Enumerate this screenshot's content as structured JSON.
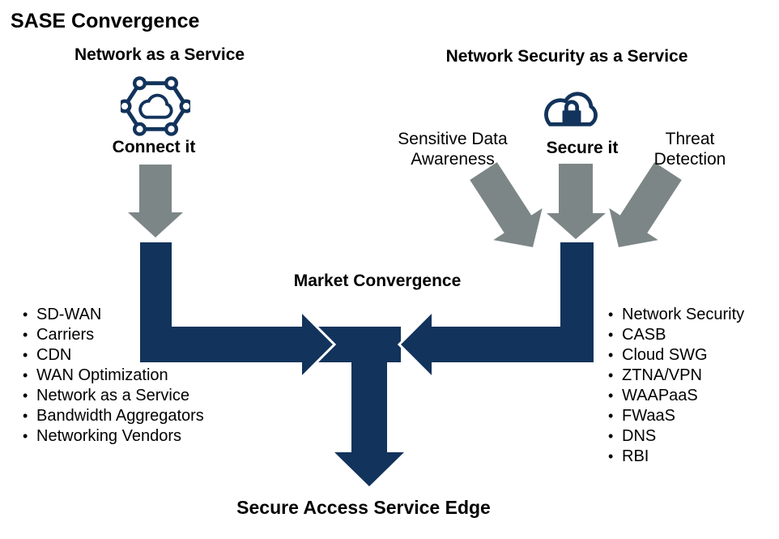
{
  "colors": {
    "navy": "#12335B",
    "gray": "#7D8687"
  },
  "title": "SASE Convergence",
  "left_column": {
    "heading": "Network as a Service",
    "icon": "connected-cloud-network",
    "caption": "Connect it",
    "items": [
      "SD-WAN",
      "Carriers",
      "CDN",
      "WAN Optimization",
      "Network as a Service",
      "Bandwidth Aggregators",
      "Networking Vendors"
    ]
  },
  "right_column": {
    "heading": "Network Security as a Service",
    "icon": "cloud-with-lock",
    "caption": "Secure it",
    "annotations": {
      "sensitive_line1": "Sensitive Data",
      "sensitive_line2": "Awareness",
      "threat_line1": "Threat",
      "threat_line2": "Detection"
    },
    "items": [
      "Network Security",
      "CASB",
      "Cloud SWG",
      "ZTNA/VPN",
      "WAAPaaS",
      "FWaaS",
      "DNS",
      "RBI"
    ]
  },
  "center": {
    "market_label": "Market Convergence",
    "result_label": "Secure Access Service Edge"
  }
}
